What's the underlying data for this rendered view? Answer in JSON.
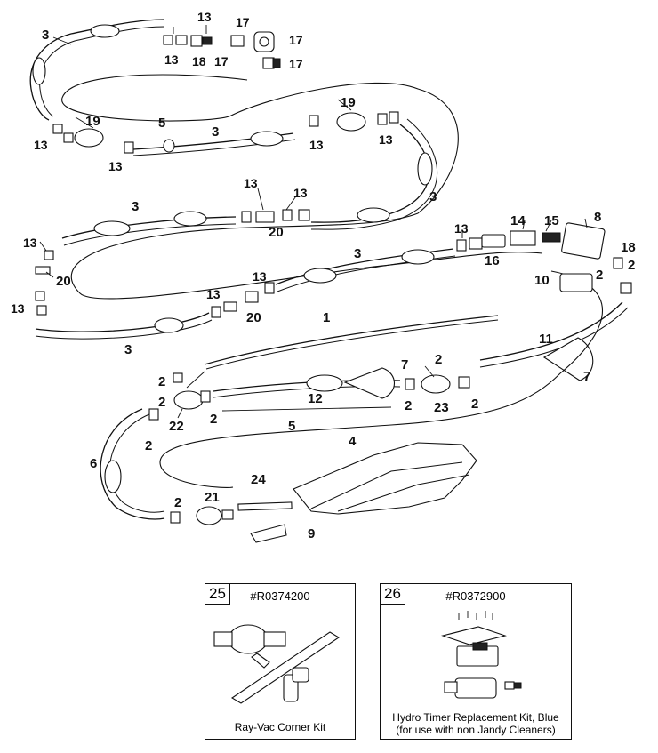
{
  "callouts": {
    "c3a": "3",
    "c13a": "13",
    "c13b": "13",
    "c18a": "18",
    "c17a": "17",
    "c17b": "17",
    "c17c": "17",
    "c17d": "17",
    "c5a": "5",
    "c19a": "19",
    "c13c": "13",
    "c13d": "13",
    "c3b": "3",
    "c19b": "19",
    "c13e": "13",
    "c13f": "13",
    "c3c": "3",
    "c13g": "13",
    "c13h": "13",
    "c20a": "20",
    "c3d": "3",
    "c13i": "13",
    "c20b": "20",
    "c13j": "13",
    "c3e": "3",
    "c13k": "13",
    "c13l": "13",
    "c20c": "20",
    "c3f": "3",
    "c13m": "13",
    "c14": "14",
    "c15": "15",
    "c8": "8",
    "c16": "16",
    "c18b": "18",
    "c2a": "2",
    "c2b": "2",
    "c10": "10",
    "c1": "1",
    "c11": "11",
    "c7a": "7",
    "c7b": "7",
    "c2c": "2",
    "c2d": "2",
    "c22": "22",
    "c12": "12",
    "c2e": "2",
    "c23": "23",
    "c2f": "2",
    "c2g": "2",
    "c2h": "2",
    "c5b": "5",
    "c4": "4",
    "c2i": "2",
    "c6": "6",
    "c2j": "2",
    "c21": "21",
    "c24": "24",
    "c9": "9"
  },
  "kits": [
    {
      "number": "25",
      "part": "#R0374200",
      "caption": "Ray-Vac Corner Kit"
    },
    {
      "number": "26",
      "part": "#R0372900",
      "caption_line1": "Hydro Timer Replacement Kit, Blue",
      "caption_line2": "(for use with non Jandy Cleaners)"
    }
  ]
}
